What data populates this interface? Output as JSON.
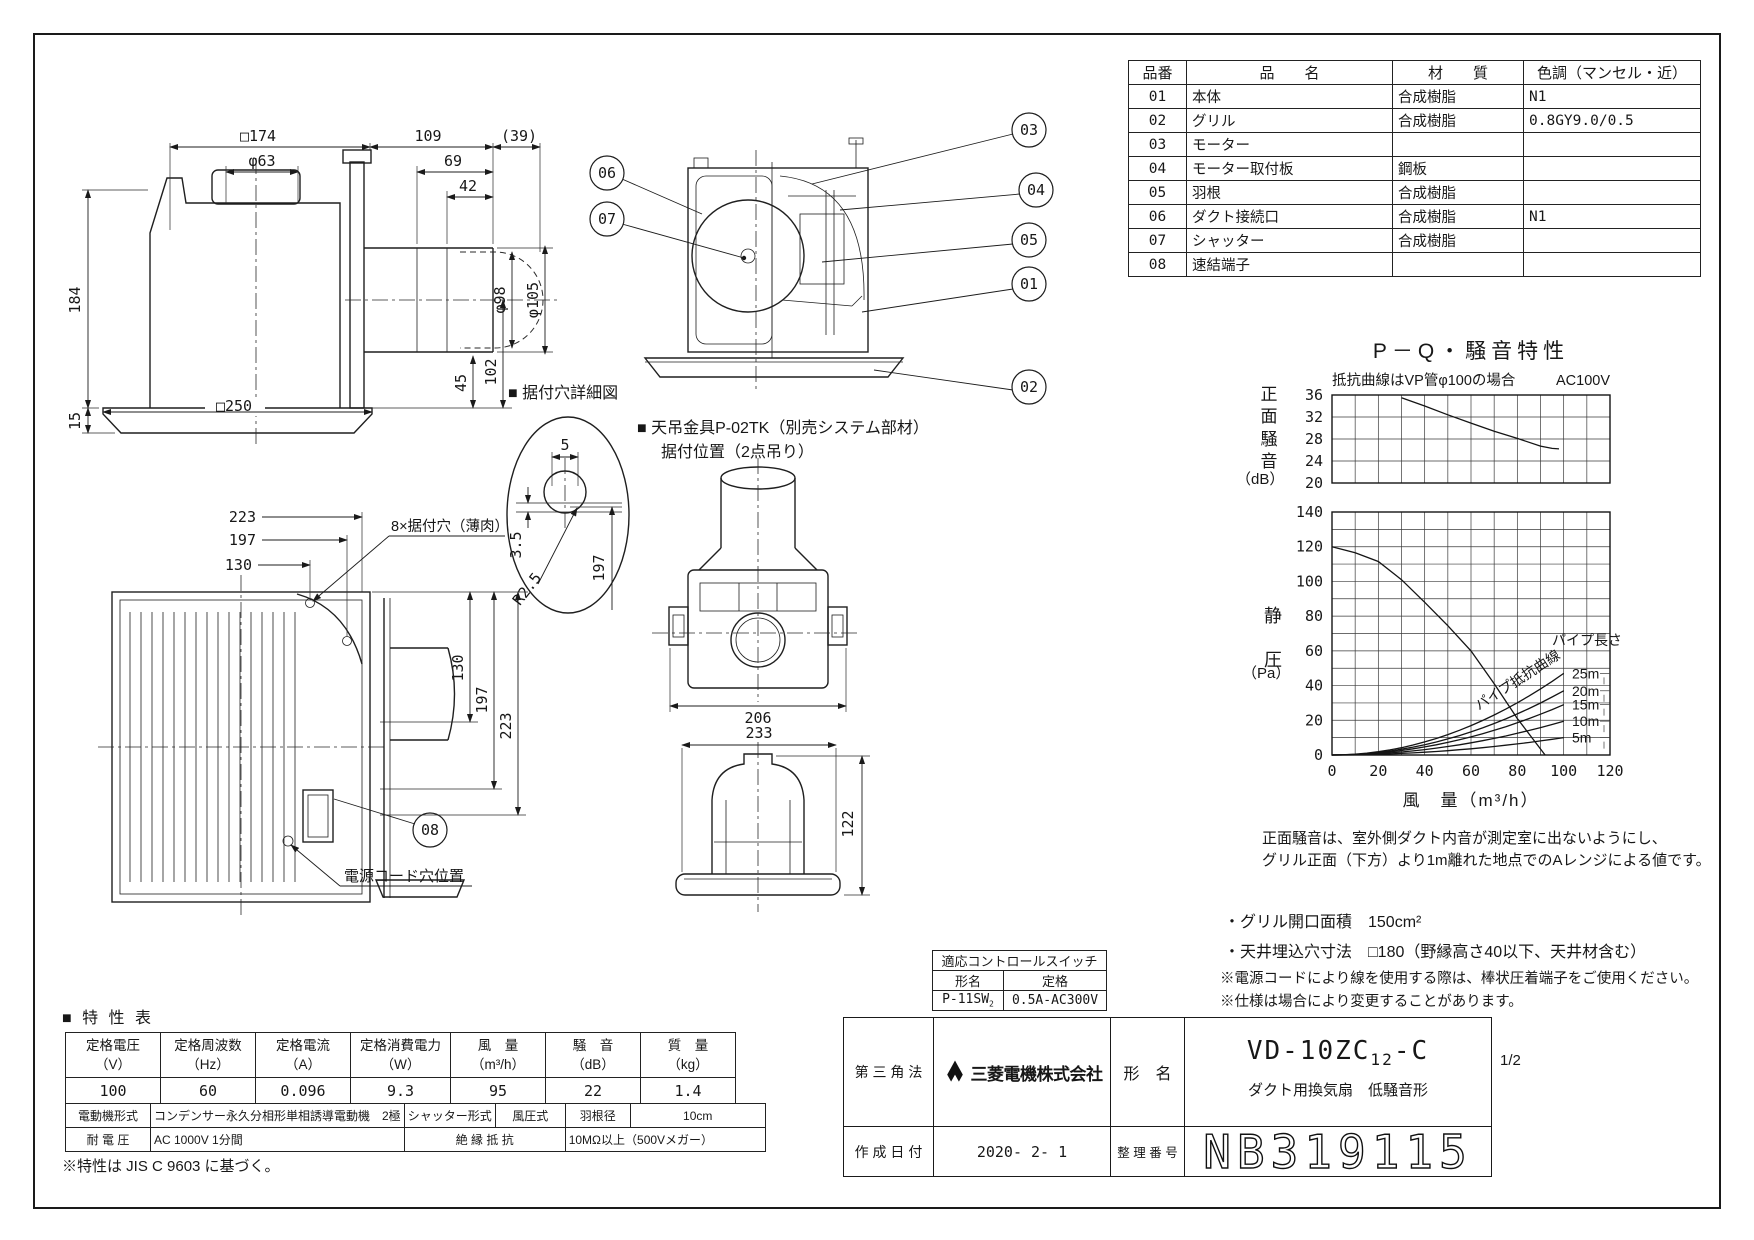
{
  "parts_table": {
    "headers": [
      "品番",
      "品　　名",
      "材　　質",
      "色調（マンセル・近）"
    ],
    "rows": [
      [
        "01",
        "本体",
        "合成樹脂",
        "N1"
      ],
      [
        "02",
        "グリル",
        "合成樹脂",
        "0.8GY9.0/0.5"
      ],
      [
        "03",
        "モーター",
        "",
        ""
      ],
      [
        "04",
        "モーター取付板",
        "鋼板",
        ""
      ],
      [
        "05",
        "羽根",
        "合成樹脂",
        ""
      ],
      [
        "06",
        "ダクト接続口",
        "合成樹脂",
        "N1"
      ],
      [
        "07",
        "シャッター",
        "合成樹脂",
        ""
      ],
      [
        "08",
        "速結端子",
        "",
        ""
      ]
    ]
  },
  "callouts": [
    "01",
    "02",
    "03",
    "04",
    "05",
    "06",
    "07",
    "08"
  ],
  "dims": {
    "side_sq174": "□174",
    "side_d63": "φ63",
    "side_109": "109",
    "side_39": "(39)",
    "side_69": "69",
    "side_42": "42",
    "side_184": "184",
    "side_15": "15",
    "side_d98": "φ98",
    "side_d105": "φ105",
    "side_45": "45",
    "side_102": "102",
    "side_sq250": "□250",
    "front_t223": "223",
    "front_t197": "197",
    "front_t130": "130",
    "front_r130": "130",
    "front_r197": "197",
    "front_r223": "223",
    "det_5": "5",
    "det_35": "3.5",
    "det_r25": "R2.5",
    "det_197": "197",
    "mid_206": "206",
    "mid_233": "233",
    "mid_122": "122"
  },
  "labels": {
    "detail_title": "■ 据付穴詳細図",
    "hole_note": "8×据付穴（薄肉）",
    "hanger_1": "■ 天吊金具P-02TK（別売システム部材）",
    "hanger_2": "据付位置（2点吊り）",
    "power_cord": "電源コード穴位置"
  },
  "chart_data": {
    "type": "line",
    "title": "P－Q・騒音特性",
    "subtitle_left": "抵抗曲線はVP管φ100の場合",
    "subtitle_right": "AC100V",
    "xlabel": "風　量（m³/h）",
    "xlim": [
      0,
      120
    ],
    "x_grid": 10,
    "x_ticks": [
      0,
      20,
      40,
      60,
      80,
      100,
      120
    ],
    "noise": {
      "ylabel": "正面騒音",
      "yunit": "（dB）",
      "ylim": [
        20,
        36
      ],
      "y_grid": 4,
      "y_ticks": [
        20,
        24,
        28,
        32,
        36
      ],
      "curve": [
        [
          30,
          35.5
        ],
        [
          40,
          34
        ],
        [
          50,
          32.4
        ],
        [
          60,
          30.9
        ],
        [
          70,
          29.4
        ],
        [
          80,
          28.1
        ],
        [
          90,
          26.7
        ],
        [
          95,
          26.3
        ],
        [
          98,
          26.2
        ]
      ]
    },
    "pq": {
      "ylabel": "静圧",
      "yunit": "（Pa）",
      "ylim": [
        0,
        140
      ],
      "y_grid": 10,
      "y_ticks": [
        0,
        20,
        40,
        60,
        80,
        100,
        120,
        140
      ],
      "curve": [
        [
          0,
          120
        ],
        [
          10,
          116.5
        ],
        [
          20,
          111.5
        ],
        [
          30,
          101
        ],
        [
          40,
          88
        ],
        [
          50,
          74.5
        ],
        [
          60,
          60
        ],
        [
          70,
          41
        ],
        [
          80,
          21
        ],
        [
          92,
          0
        ]
      ],
      "pipe_curves": {
        "label_title": "パイプ長さ",
        "diagonal_label": "パイプ抵抗曲線",
        "lengths": [
          "25m",
          "20m",
          "15m",
          "10m",
          "5m"
        ],
        "values_at_100": [
          47,
          37,
          29,
          19.5,
          10
        ]
      }
    },
    "note_line1": "正面騒音は、室外側ダクト内音が測定室に出ないようにし、",
    "note_line2": "グリル正面（下方）より1m離れた地点でのAレンジによる値です。"
  },
  "notes": [
    "・グリル開口面積　150cm²",
    "・天井埋込穴寸法　□180（野縁高さ40以下、天井材含む）",
    "※電源コードにより線を使用する際は、棒状圧着端子をご使用ください。",
    "※仕様は場合により変更することがあります。"
  ],
  "control_switch": {
    "title": "適応コントロールスイッチ",
    "model_h": "形名",
    "rating_h": "定格",
    "model": "P-11SW",
    "model_sub": "2",
    "rating": "0.5A-AC300V"
  },
  "spec": {
    "heading": "■ 特 性 表",
    "cols": [
      {
        "l": "定格電圧",
        "u": "（V）",
        "v": "100"
      },
      {
        "l": "定格周波数",
        "u": "（Hz）",
        "v": "60"
      },
      {
        "l": "定格電流",
        "u": "（A）",
        "v": "0.096"
      },
      {
        "l": "定格消費電力",
        "u": "（W）",
        "v": "9.3"
      },
      {
        "l": "風　量",
        "u": "（m³/h）",
        "v": "95"
      },
      {
        "l": "騒　音",
        "u": "（dB）",
        "v": "22"
      },
      {
        "l": "質　量",
        "u": "（kg）",
        "v": "1.4"
      }
    ],
    "row3": [
      "電動機形式",
      "コンデンサー永久分相形単相誘導電動機　2極",
      "シャッター形式",
      "風圧式",
      "羽根径",
      "10cm"
    ],
    "row4": [
      "耐 電 圧",
      "AC 1000V 1分間",
      "絶 縁 抵 抗",
      "10MΩ以上（500Vメガー）"
    ],
    "footnote": "※特性は JIS C 9603 に基づく。"
  },
  "title_block": {
    "projection": "第 三 角 法",
    "company": "三菱電機株式会社",
    "model_label": "形　名",
    "model_main": "VD-10ZC",
    "model_sub": "12",
    "model_tail": "-C",
    "product": "ダクト用換気扇　低騒音形",
    "date_label": "作 成 日 付",
    "date": "2020- 2- 1",
    "number_label": "整 理 番 号",
    "number": "NB319115",
    "page": "1/2"
  }
}
